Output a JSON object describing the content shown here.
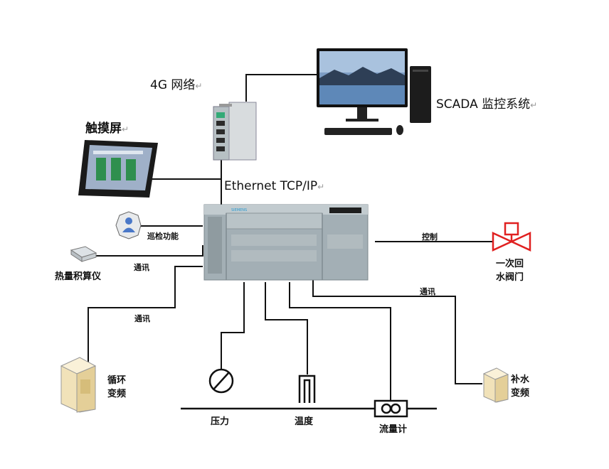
{
  "labels": {
    "network_4g": "4G 网络",
    "scada": "SCADA 监控系统",
    "touchscreen": "触摸屏",
    "ethernet": "Ethernet TCP/IP",
    "inspection": "巡检功能",
    "heat_meter": "热量积算仪",
    "comm_heat": "通讯",
    "comm_circ": "通讯",
    "comm_makeup": "通讯",
    "control": "控制",
    "valve_line1": "一次回",
    "valve_line2": "水阀门",
    "circ_line1": "循环",
    "circ_line2": "变频",
    "makeup_line1": "补水",
    "makeup_line2": "变频",
    "pressure": "压力",
    "temperature": "温度",
    "flow": "流量计"
  },
  "para_mark": "↵",
  "colors": {
    "line": "#111111",
    "valve": "#e02020",
    "plc_body": "#9aa7ad",
    "monitor_sky": "#6a8fb8",
    "inspect_icon": "#4a78c8"
  }
}
